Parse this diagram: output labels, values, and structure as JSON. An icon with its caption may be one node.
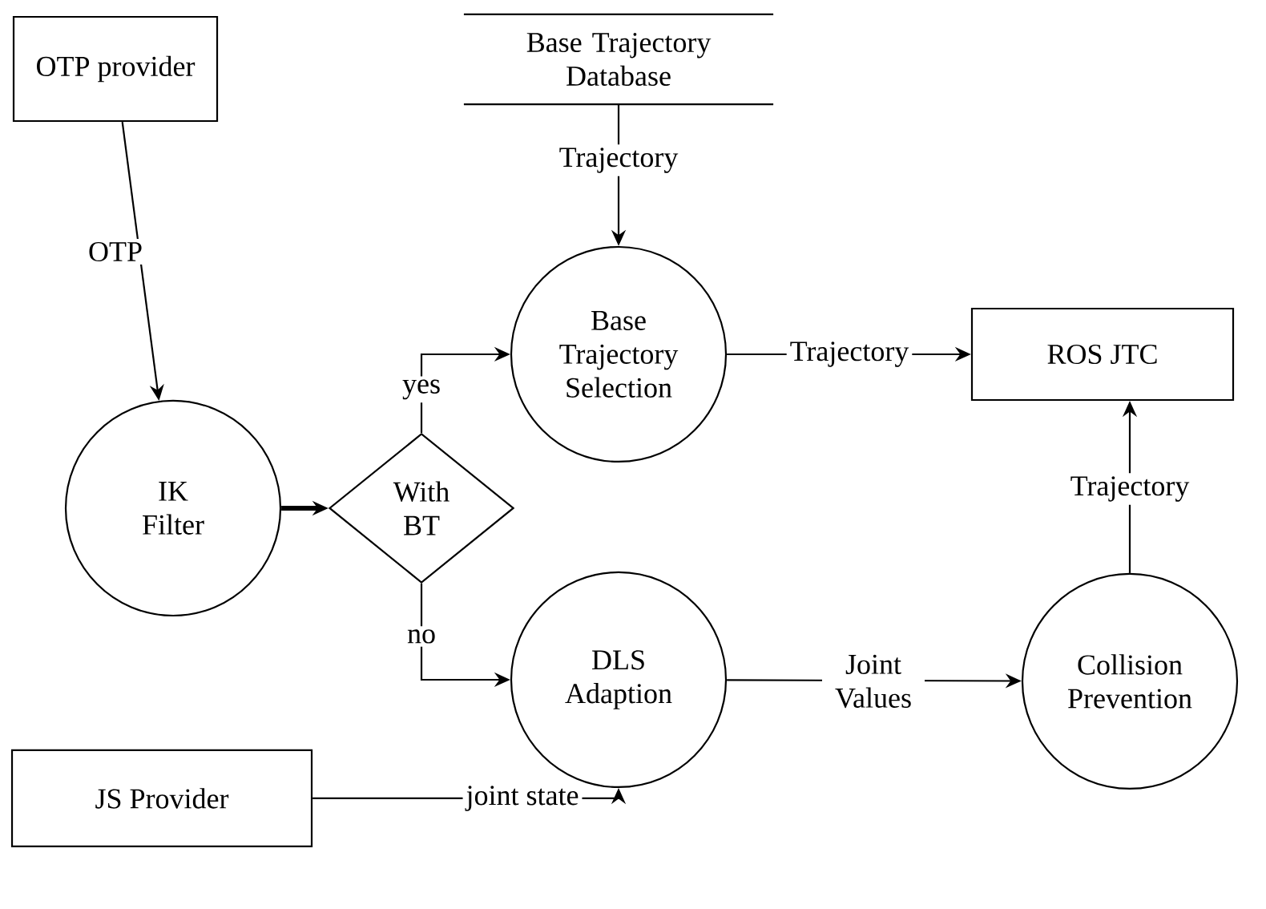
{
  "diagram": {
    "nodes": [
      {
        "text": [
          "OTP provider"
        ]
      },
      {
        "text": [
          "Base Trajectory Database"
        ]
      },
      {
        "text": [
          "IK Filter"
        ]
      },
      {
        "text": [
          "With BT"
        ]
      },
      {
        "text": [
          "Base Trajectory Selection"
        ]
      },
      {
        "text": [
          "ROS JTC"
        ]
      },
      {
        "text": [
          "DLS Adaption"
        ]
      },
      {
        "text": [
          "Collision Prevention"
        ]
      },
      {
        "text": [
          "JS Provider"
        ]
      }
    ],
    "edges": [
      {
        "from": 0,
        "to": 2,
        "arrow": "to",
        "label": "OTP"
      },
      {
        "from": 1,
        "to": 4,
        "arrow": "to",
        "label": "Trajectory"
      },
      {
        "from": 2,
        "to": 3,
        "arrow": "to",
        "style": "thick"
      },
      {
        "from": 3,
        "to": 4,
        "arrow": "to",
        "label": "yes"
      },
      {
        "from": 3,
        "to": 6,
        "arrow": "to",
        "label": "no"
      },
      {
        "from": 4,
        "to": 5,
        "arrow": "to",
        "label": "Trajectory"
      },
      {
        "from": 6,
        "to": 7,
        "arrow": "to",
        "label": "Joint Values"
      },
      {
        "from": 7,
        "to": 5,
        "arrow": "to",
        "label": "Trajectory"
      },
      {
        "from": 8,
        "to": 6,
        "arrow": "to",
        "label": "joint state"
      }
    ]
  }
}
